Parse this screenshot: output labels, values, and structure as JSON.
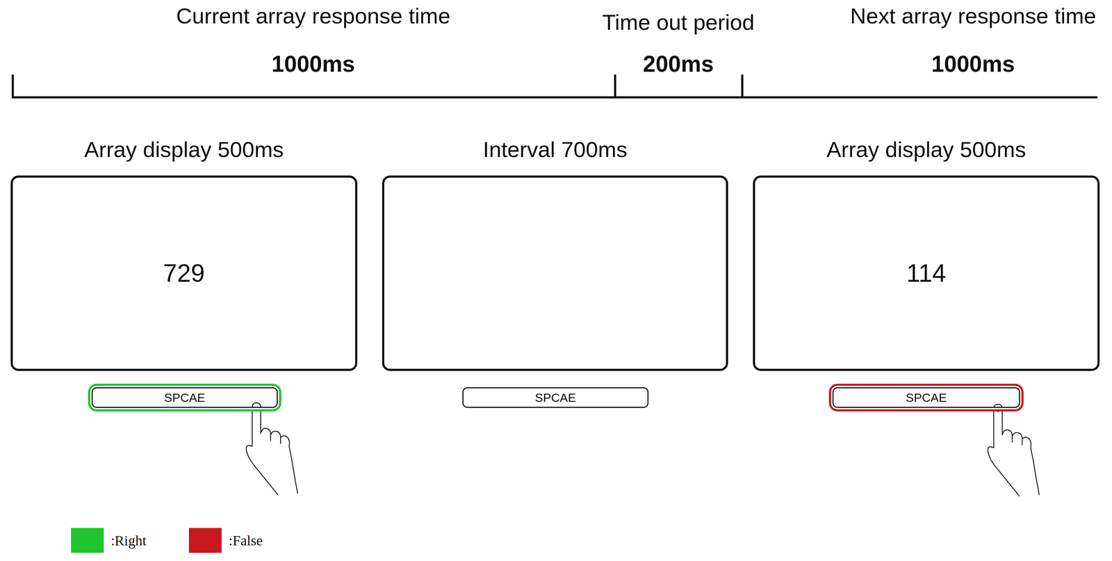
{
  "diagram": {
    "nodes": [
      {
        "text": [
          "Array display 500ms",
          "729"
        ]
      },
      {
        "text": [
          "Interval 700ms"
        ]
      },
      {
        "text": [
          "Array display 500ms",
          "114"
        ]
      },
      {
        "text": [
          "SPCAE"
        ]
      },
      {
        "text": [
          "SPCAE"
        ]
      },
      {
        "text": [
          "SPCAE"
        ]
      }
    ],
    "labels": [
      "Current array response time",
      "1000ms",
      "Time out period",
      "200ms",
      "Next array response time",
      "1000ms"
    ],
    "legend": [
      {
        "text": ":Right",
        "color": "#1fc52d"
      },
      {
        "text": ":False",
        "color": "#c8191e"
      }
    ]
  }
}
